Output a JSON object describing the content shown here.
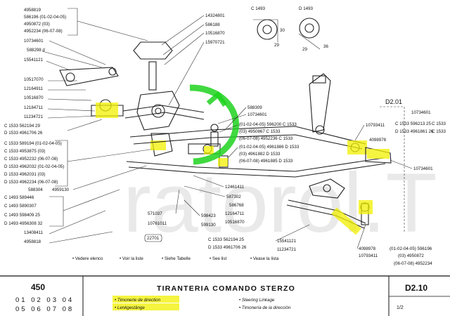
{
  "watermark": "ratorol.T",
  "colors": {
    "highlight": "#f2f000",
    "circle_mark": "#1fd21f",
    "ink": "#111111"
  },
  "detail_views": [
    {
      "label": "C 1493",
      "dims": [
        "29",
        "30"
      ]
    },
    {
      "label": "D 1493",
      "dims": [
        "29",
        "36"
      ]
    }
  ],
  "section_label": "D2.01",
  "icon_legend": [
    "• Vedere elenco",
    "• Voir la liste",
    "• Siehe Tabelle",
    "• See list",
    "• Vease la lista"
  ],
  "ref_box": "22701",
  "footer": {
    "model": "450",
    "variants_row1": "01 02 03 04",
    "variants_row2": "05 06 07 08",
    "title": "TIRANTERIA COMANDO STERZO",
    "names": [
      "• Timonerie de direction",
      "• Lenkgestänge",
      "• Steering Linkage",
      "• Timonería de la dirección"
    ],
    "code": "D2.10",
    "page": "1/2"
  },
  "left_labels": [
    "4958819",
    "586196 (01-02-04-05)",
    "4950872 (03)",
    "4952234 (06-07-08)",
    "10734601",
    "588298 d",
    "15541121",
    "10517070",
    "12164911",
    "10516870",
    "12184711",
    "11234721",
    "C 1533 562194 29",
    "D 1533 4961706 26",
    "C 1533 589194 (01-02-04-05)",
    "C 1533 4953875 (03)",
    "C 1533 4952232 (06-07-08)",
    "D 1533 4962032 (01-02-04-05)",
    "D 1533 4962031 (03)",
    "D 1533 4962234 (06-07-08)",
    "588304",
    "4959130",
    "C 1493 589446",
    "C 1493 5890307",
    "C 1493 598409 25",
    "D 1493 4956308 32",
    "13408411",
    "4958818"
  ],
  "top_center_labels": [
    "14324801",
    "586188",
    "10516870",
    "15970721"
  ],
  "middle_labels": [
    "588309",
    "10734601",
    "(01-02-04-05) 596200 C 1533",
    "(03) 4950867 C 1533",
    "(06-07-08) 4952236 C 1533",
    "(01-02-04-05) 4961886 D 1533",
    "(03) 4961882 D 1533",
    "(06-07-08) 4961885 D 1533"
  ],
  "right_labels": [
    "10793411",
    "C 1533 596213 25",
    "D 1533 4961861 26",
    "10734601",
    "C 1533",
    "C 1533",
    "4098978",
    "10734601"
  ],
  "bottom_center_labels": [
    "12461411",
    "587302",
    "586768",
    "12164711",
    "10516870",
    "571037",
    "10761011",
    "598423",
    "599130",
    "C 1533 562194 25",
    "D 1533 4961706 26",
    "15541121",
    "11234721"
  ],
  "bottom_right_labels": [
    "4098978",
    "10793411",
    "(01-02-04-05) 596196",
    "(03) 4950872",
    "(06-07-08) 4952234"
  ]
}
